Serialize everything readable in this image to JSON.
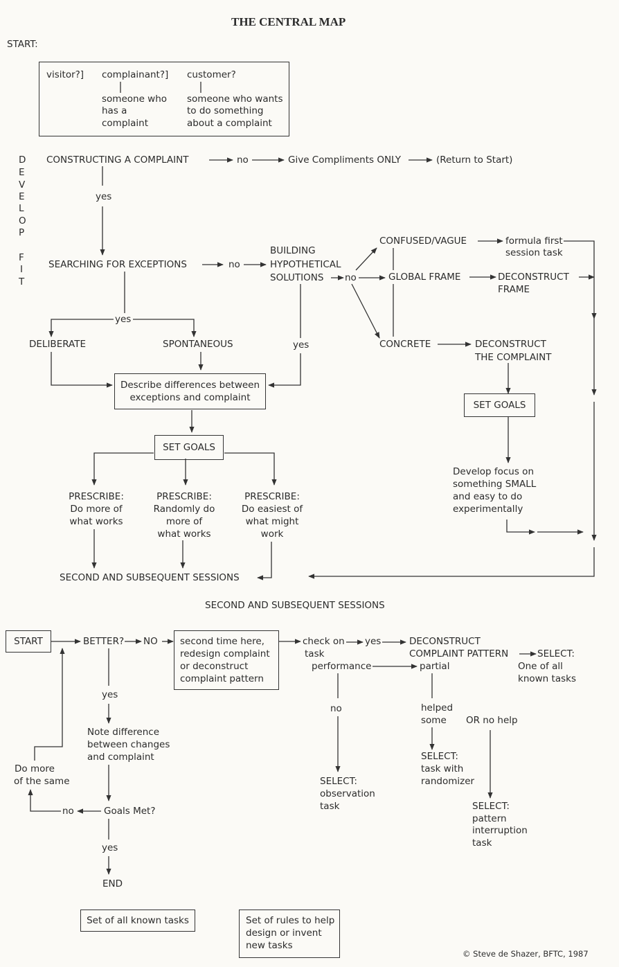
{
  "title": "THE CENTRAL MAP",
  "start_label": "START:",
  "client_types": {
    "visitor": "visitor?]",
    "complainant": "complainant?]",
    "complainant_desc": [
      "someone who",
      "has a",
      "complaint"
    ],
    "customer": "customer?",
    "customer_desc": [
      "someone who wants",
      "to do something",
      "about a complaint"
    ]
  },
  "side_labels": {
    "develop": [
      "D",
      "E",
      "V",
      "E",
      "L",
      "O",
      "P"
    ],
    "fit": [
      "F",
      "I",
      "T"
    ]
  },
  "central": {
    "constructing": "CONSTRUCTING A COMPLAINT",
    "no1": "no",
    "give_compliments": "Give Compliments ONLY",
    "return_to_start": "(Return to Start)",
    "yes1": "yes",
    "searching": "SEARCHING FOR EXCEPTIONS",
    "no2": "no",
    "building": [
      "BUILDING",
      "HYPOTHETICAL",
      "SOLUTIONS"
    ],
    "no3": "no",
    "confused": "CONFUSED/VAGUE",
    "formula": [
      "formula first",
      "session task"
    ],
    "global_frame": "GLOBAL FRAME",
    "deconstruct_frame": [
      "DECONSTRUCT",
      "FRAME"
    ],
    "concrete": "CONCRETE",
    "deconstruct_complaint": [
      "DECONSTRUCT",
      "THE COMPLAINT"
    ],
    "yes2": "yes",
    "deliberate": "DELIBERATE",
    "spontaneous": "SPONTANEOUS",
    "yes3": "yes",
    "describe_diff": [
      "Describe differences between",
      "exceptions and complaint"
    ],
    "set_goals_1": "SET GOALS",
    "set_goals_2": "SET GOALS",
    "develop_focus": [
      "Develop focus on",
      "something SMALL",
      "and easy to do",
      "experimentally"
    ],
    "prescribe_1": [
      "PRESCRIBE:",
      "Do more of",
      "what works"
    ],
    "prescribe_2": [
      "PRESCRIBE:",
      "Randomly do",
      "more of",
      "what works"
    ],
    "prescribe_3": [
      "PRESCRIBE:",
      "Do easiest of",
      "what might",
      "work"
    ],
    "second_sessions": "SECOND AND SUBSEQUENT SESSIONS"
  },
  "second": {
    "heading": "SECOND AND SUBSEQUENT SESSIONS",
    "start": "START",
    "better": "BETTER?",
    "no_caps": "NO",
    "second_time": [
      "second time here,",
      "redesign complaint",
      "or deconstruct",
      "complaint pattern"
    ],
    "check_on": "check on",
    "task": "task",
    "performance": "performance",
    "yes_a": "yes",
    "deconstruct_pattern": [
      "DECONSTRUCT",
      "COMPLAINT PATTERN"
    ],
    "select_all": [
      "SELECT:",
      "One of all",
      "known tasks"
    ],
    "partial": "partial",
    "yes_b": "yes",
    "note_diff": [
      "Note difference",
      "between changes",
      "and complaint"
    ],
    "do_more": [
      "Do more",
      "of the same"
    ],
    "no_b": "no",
    "goals_met": "Goals Met?",
    "yes_c": "yes",
    "end": "END",
    "no_c": "no",
    "select_observation": [
      "SELECT:",
      "observation",
      "task"
    ],
    "helped_some": [
      "helped",
      "some"
    ],
    "or_no_help": "OR no help",
    "select_randomizer": [
      "SELECT:",
      "task with",
      "randomizer"
    ],
    "select_pattern": [
      "SELECT:",
      "pattern",
      "interruption",
      "task"
    ]
  },
  "footer": {
    "all_tasks": "Set of all known tasks",
    "rules": [
      "Set of rules to help",
      "design or invent",
      "new tasks"
    ],
    "credit": "© Steve de Shazer, BFTC, 1987"
  }
}
